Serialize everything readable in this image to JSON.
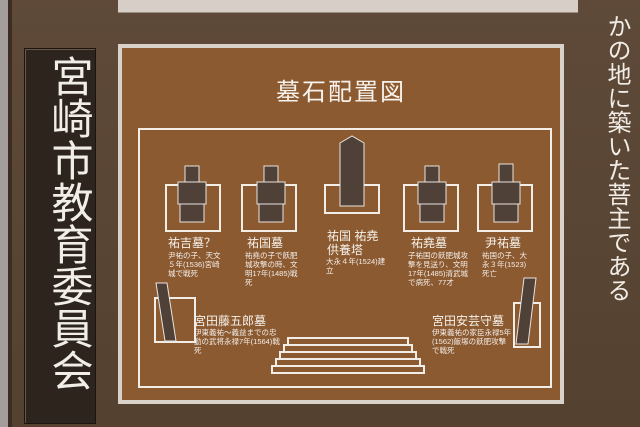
{
  "left_sign": {
    "text": "宮崎市教育委員会"
  },
  "panel": {
    "title": "墓石配置図"
  },
  "tombs": [
    {
      "label": "祐吉墓？",
      "desc": "尹祐の子、天文５年(1536)宮崎城で戦死"
    },
    {
      "label": "祐国墓",
      "desc": "祐堯の子で飫肥城攻撃の時、文明17年(1485)戦死"
    },
    {
      "label": "祐国 祐堯 供養塔",
      "desc": "大永４年(1524)建立"
    },
    {
      "label": "祐堯墓",
      "desc": "子祐国の飫肥城攻撃を見送り、文明17年(1485)清武城で病死、77才"
    },
    {
      "label": "尹祐墓",
      "desc": "祐国の子、大永３年(1523)死亡"
    }
  ],
  "side_tombs": [
    {
      "label": "宮田藤五郎墓",
      "desc": "伊東義祐～義益までの忠勤の武将永禄7年(1564)戦死"
    },
    {
      "label": "宮田安芸守墓",
      "desc": "伊東義祐の家臣永禄5年(1562)飯塚の飫肥攻撃で戦死"
    }
  ],
  "right_edge": {
    "text": "かの地に築いた菩主である"
  }
}
